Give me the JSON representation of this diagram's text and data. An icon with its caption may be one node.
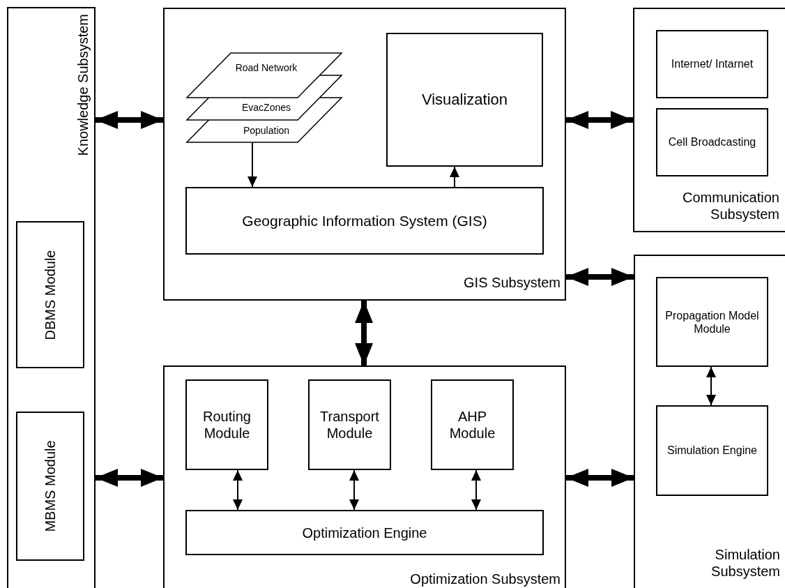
{
  "diagram": {
    "nodes": [
      {
        "text": [
          "Knowledge Subsystem"
        ]
      },
      {
        "text": [
          "DBMS Module"
        ],
        "in": 0
      },
      {
        "text": [
          "MBMS Module"
        ],
        "in": 0
      },
      {
        "text": [
          "GIS Subsystem"
        ]
      },
      {
        "text": [
          "Road Network"
        ],
        "in": 3
      },
      {
        "text": [
          "EvacZones"
        ],
        "in": 3
      },
      {
        "text": [
          "Population"
        ],
        "in": 3
      },
      {
        "text": [
          "Visualization"
        ],
        "in": 3
      },
      {
        "text": [
          "Geographic Information System (GIS)"
        ],
        "in": 3
      },
      {
        "text": [
          "Communication Subsystem"
        ]
      },
      {
        "text": [
          "Internet/ Intarnet"
        ],
        "in": 9
      },
      {
        "text": [
          "Cell Broadcasting"
        ],
        "in": 9
      },
      {
        "text": [
          "Optimization Subsystem"
        ]
      },
      {
        "text": [
          "Routing Module"
        ],
        "in": 12
      },
      {
        "text": [
          "Transport Module"
        ],
        "in": 12
      },
      {
        "text": [
          "AHP Module"
        ],
        "in": 12
      },
      {
        "text": [
          "Optimization Engine"
        ],
        "in": 12
      },
      {
        "text": [
          "Simulation Subsystem"
        ]
      },
      {
        "text": [
          "Propagation Model Module"
        ],
        "in": 17
      },
      {
        "text": [
          "Simulation Engine"
        ],
        "in": 17
      }
    ],
    "edges": [
      {
        "from": 0,
        "to": 3,
        "arrow": "both",
        "style": "thick"
      },
      {
        "from": 3,
        "to": 9,
        "arrow": "both",
        "style": "thick"
      },
      {
        "from": 6,
        "to": 8,
        "arrow": "to"
      },
      {
        "from": 8,
        "to": 7,
        "arrow": "to"
      },
      {
        "from": 3,
        "to": 17,
        "arrow": "both",
        "style": "thick"
      },
      {
        "from": 3,
        "to": 12,
        "arrow": "both",
        "style": "thick"
      },
      {
        "from": 0,
        "to": 12,
        "arrow": "both",
        "style": "thick"
      },
      {
        "from": 12,
        "to": 17,
        "arrow": "both",
        "style": "thick"
      },
      {
        "from": 13,
        "to": 16,
        "arrow": "both"
      },
      {
        "from": 14,
        "to": 16,
        "arrow": "both"
      },
      {
        "from": 15,
        "to": 16,
        "arrow": "both"
      },
      {
        "from": 18,
        "to": 19,
        "arrow": "both"
      }
    ]
  }
}
